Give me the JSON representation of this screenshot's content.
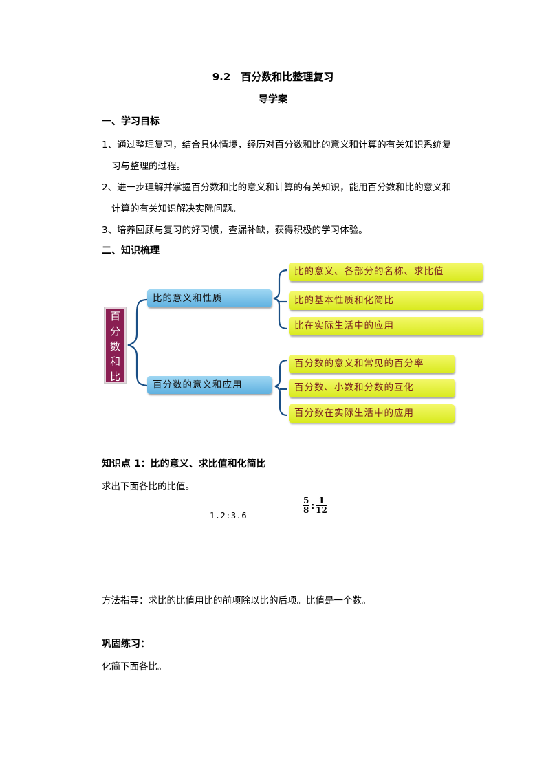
{
  "header": {
    "title": "9.2　百分数和比整理复习",
    "subtitle": "导学案"
  },
  "section1": {
    "heading": "一、学习目标",
    "items": [
      {
        "line1": "1、通过整理复习，结合具体情境，经历对百分数和比的意义和计算的有关知识系统复",
        "line2": "习与整理的过程。"
      },
      {
        "line1": "2、进一步理解并掌握百分数和比的意义和计算的有关知识，能用百分数和比的意义和",
        "line2": "计算的有关知识解决实际问题。"
      },
      {
        "line1": "3、培养回顾与复习的好习惯，查漏补缺，获得积极的学习体验。"
      }
    ]
  },
  "section2": {
    "heading": "二、知识梳理"
  },
  "mindmap": {
    "root_chars": [
      "百",
      "分",
      "数",
      "和",
      "比"
    ],
    "branches": [
      {
        "label": "比的意义和性质",
        "leaves": [
          "比的意义、各部分的名称、求比值",
          "比的基本性质和化简比",
          "比在实际生活中的应用"
        ]
      },
      {
        "label": "百分数的意义和应用",
        "leaves": [
          "百分数的意义和常见的百分率",
          "百分数、小数和分数的互化",
          "百分数在实际生活中的应用"
        ]
      }
    ],
    "colors": {
      "root": "#8a1e52",
      "branch": "#5fb1e0",
      "leaf": "#e3ee2a",
      "leaf_text": "#7a1f1f",
      "line": "#1a4f86"
    }
  },
  "knowledge1": {
    "heading": "知识点 1：比的意义、求比值和化简比",
    "instruction": "求出下面各比的比值。",
    "expr1": "1.2:3.6",
    "expr2": {
      "num1": "5",
      "den1": "8",
      "colon": ":",
      "num2": "1",
      "den2": "12"
    },
    "method": "方法指导：求比的比值用比的前项除以比的后项。比值是一个数。"
  },
  "practice": {
    "heading": "巩固练习：",
    "instruction": "化简下面各比。"
  }
}
